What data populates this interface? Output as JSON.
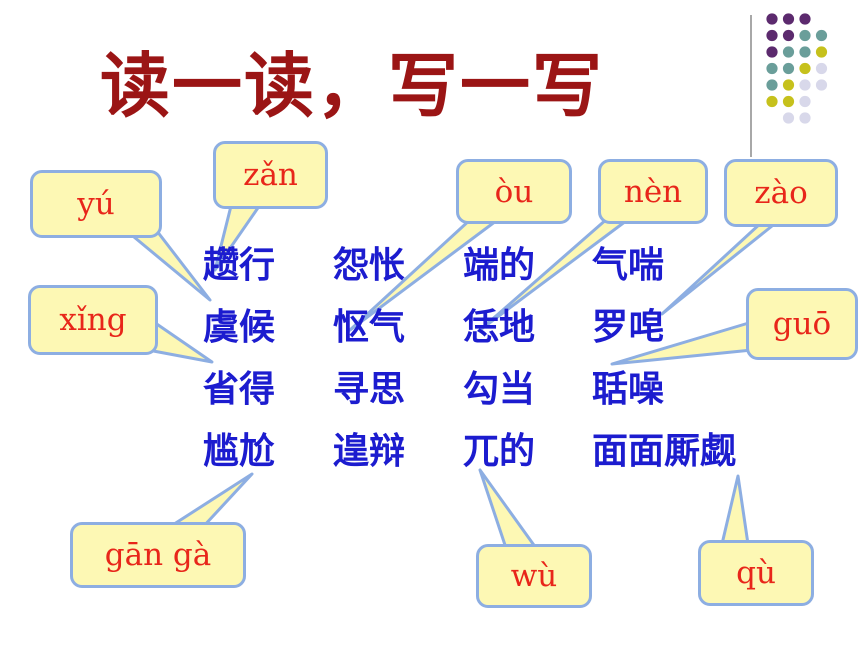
{
  "title": "读一读，写一写",
  "words": [
    [
      "趱行",
      "怨怅",
      "端的",
      "气喘"
    ],
    [
      "虞候",
      "怄气",
      "恁地",
      "罗唣"
    ],
    [
      "省得",
      "寻思",
      "勾当",
      "聒噪"
    ],
    [
      "尴尬",
      "遑辩",
      "兀的",
      "面面厮觑"
    ]
  ],
  "pinyin": {
    "zan": "zǎn",
    "yu": "yú",
    "ou": "òu",
    "nen": "nèn",
    "zao": "zào",
    "xing": "xǐng",
    "guo": "guō",
    "ganga": "gān gà",
    "wu": "wù",
    "qu": "qù"
  },
  "colors": {
    "title": "#9b1515",
    "words": "#1c1ccf",
    "pinyin": "#e8261a",
    "bubble_fill": "#fdf8b4",
    "bubble_border": "#8daee2",
    "dot_purple": "#5c2a6e",
    "dot_teal": "#6a9e9a",
    "dot_yellow": "#c6c11c",
    "dot_lavender": "#d8d8ea"
  }
}
